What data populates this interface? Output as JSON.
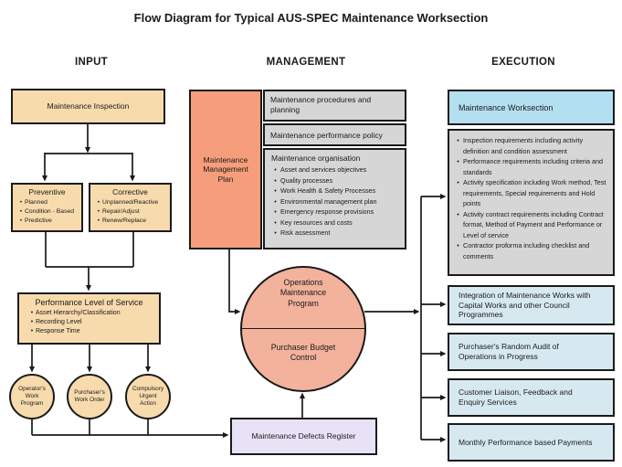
{
  "title": "Flow Diagram for Typical AUS-SPEC Maintenance Worksection",
  "columns": {
    "input": "INPUT",
    "management": "MANAGEMENT",
    "execution": "EXECUTION"
  },
  "input": {
    "inspection_label": "Maintenance Inspection",
    "preventive": {
      "title": "Preventive",
      "bullets": [
        "Planned",
        "Condition - Based",
        "Predictive"
      ]
    },
    "corrective": {
      "title": "Corrective",
      "bullets": [
        "Unplanned/Reactive",
        "Repair/Adjust",
        "Renew/Replace"
      ]
    },
    "performance": {
      "title": "Performance Level of Service",
      "bullets": [
        "Asset Hierarchy/Classification",
        "Recording Level",
        "Response Time"
      ]
    },
    "circles": [
      "Operator's Work Program",
      "Purchaser's Work Order",
      "Compulsory Urgent Action"
    ]
  },
  "management": {
    "plan_label": "Maintenance Management Plan",
    "procedures_label": "Maintenance procedures and planning",
    "policy_label": "Maintenance performance policy",
    "organisation": {
      "title": "Maintenance organisation",
      "bullets": [
        "Asset and services objectives",
        "Quality processes",
        "Work Health & Safety Processes",
        "Environmental management plan",
        "Emergency response provisions",
        "Key resources and costs",
        "Risk assessment"
      ]
    }
  },
  "process": {
    "operations_label": "Operations Maintenance Program",
    "budget_label": "Purchaser Budget Control",
    "register_label": "Maintenance Defects Register"
  },
  "execution": {
    "worksection_label": "Maintenance Worksection",
    "worksection_bullets": [
      "Inspection requirements including activity definition and condition assessment",
      "Performance requirements including criteria and standards",
      "Activity specification including Work method, Test requirements, Special requirements and Hold points",
      "Activity contract requirements including Contract format, Method of Payment and Performance or Level of service",
      "Contractor proforma including checklist and comments"
    ],
    "boxes": [
      "Integration of Maintenance Works with Capital Works and other Council Programmes",
      "Purchaser's Random Audit of Operations in Progress",
      "Customer Liaison, Feedback and Enquiry Services",
      "Monthly Performance based Payments"
    ]
  },
  "colors": {
    "peach": "#F8DBAD",
    "salmon": "#F69E7B",
    "salmon_light": "#F3B29C",
    "gray": "#D6D6D6",
    "blue_header": "#B2E0F1",
    "blue_light": "#D7E9F0",
    "lavender": "#E7E2F6",
    "ink": "#1A1A1A"
  }
}
